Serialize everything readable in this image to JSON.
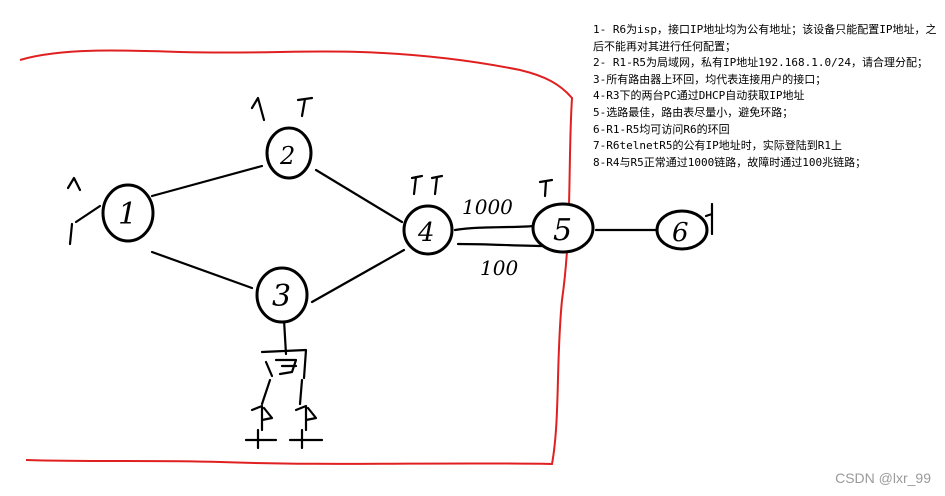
{
  "diagram": {
    "nodes": [
      {
        "id": "R1",
        "label": "1"
      },
      {
        "id": "R2",
        "label": "2"
      },
      {
        "id": "R3",
        "label": "3"
      },
      {
        "id": "R4",
        "label": "4"
      },
      {
        "id": "R5",
        "label": "5"
      },
      {
        "id": "R6",
        "label": "6"
      }
    ],
    "links": [
      {
        "from": "R1",
        "to": "R2",
        "label": ""
      },
      {
        "from": "R1",
        "to": "R3",
        "label": ""
      },
      {
        "from": "R2",
        "to": "R4",
        "label": ""
      },
      {
        "from": "R3",
        "to": "R4",
        "label": ""
      },
      {
        "from": "R4",
        "to": "R5",
        "label": "1000"
      },
      {
        "from": "R4",
        "to": "R5",
        "label": "100"
      },
      {
        "from": "R5",
        "to": "R6",
        "label": ""
      }
    ],
    "boundary_color": "#e02020"
  },
  "notes": [
    "1- R6为isp，接口IP地址均为公有地址；该设备只能配置IP地址，之后不能再对其进行任何配置；",
    "2- R1-R5为局域网，私有IP地址192.168.1.0/24，请合理分配；",
    "3-所有路由器上环回，均代表连接用户的接口；",
    "4-R3下的两台PC通过DHCP自动获取IP地址",
    "5-选路最佳，路由表尽量小，避免环路；",
    "6-R1-R5均可访问R6的环回",
    "7-R6telnetR5的公有IP地址时，实际登陆到R1上",
    "8-R4与R5正常通过1000链路，故障时通过100兆链路；"
  ],
  "watermark": "CSDN @lxr_99"
}
